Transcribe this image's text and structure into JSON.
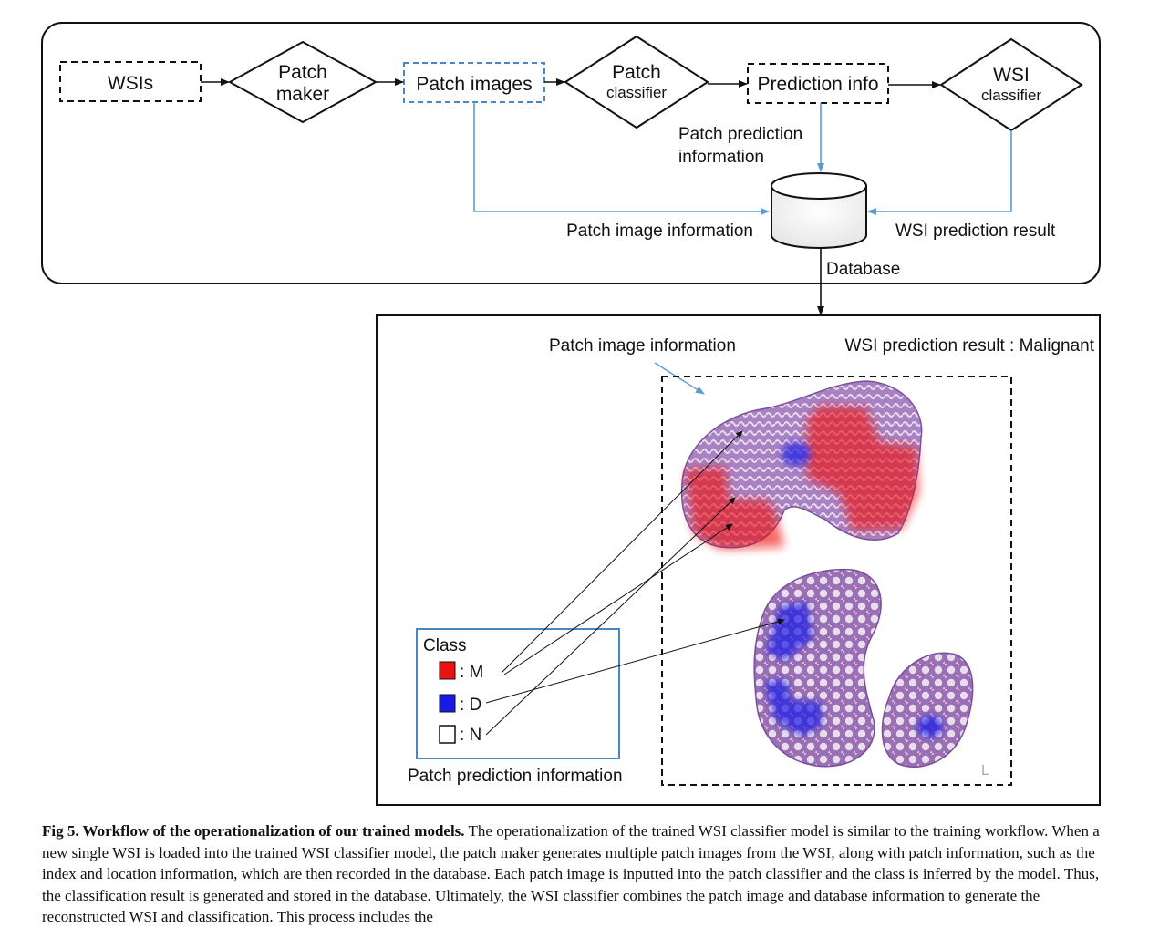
{
  "workflow": {
    "wsis": "WSIs",
    "patch_maker_line1": "Patch",
    "patch_maker_line2": "maker",
    "patch_images": "Patch images",
    "patch_classifier_line1": "Patch",
    "patch_classifier_line2": "classifier",
    "prediction_info": "Prediction info",
    "wsi_classifier_line1": "WSI",
    "wsi_classifier_line2": "classifier",
    "patch_prediction_line1": "Patch prediction",
    "patch_prediction_line2": "information",
    "patch_image_information": "Patch image information",
    "wsi_prediction_result": "WSI prediction result",
    "database": "Database"
  },
  "result": {
    "patch_image_information": "Patch image information",
    "wsi_prediction_result": "WSI prediction result : Malignant",
    "patch_prediction_information": "Patch prediction information",
    "legend": {
      "title": "Class",
      "items": [
        {
          "label": ": M",
          "color": "#ee1111"
        },
        {
          "label": ": D",
          "color": "#1a1ae6"
        },
        {
          "label": ": N",
          "color": "#ffffff"
        }
      ]
    }
  },
  "colors": {
    "connector_blue": "#5b9bd5",
    "tissue_purple": "#9a6fb3",
    "dashed_blue": "#4a86c5"
  },
  "caption": {
    "title": "Fig 5. Workflow of the operationalization of our trained models.",
    "body": "The operationalization of the trained WSI classifier model is similar to the training workflow. When a new single WSI is loaded into the trained WSI classifier model, the patch maker generates multiple patch images from the WSI, along with patch information, such as the index and location information, which are then recorded in the database. Each patch image is inputted into the patch classifier and the class is inferred by the model. Thus, the classification result is generated and stored in the database. Ultimately, the WSI classifier combines the patch image and database information to generate the reconstructed WSI and classification. This process includes the"
  }
}
